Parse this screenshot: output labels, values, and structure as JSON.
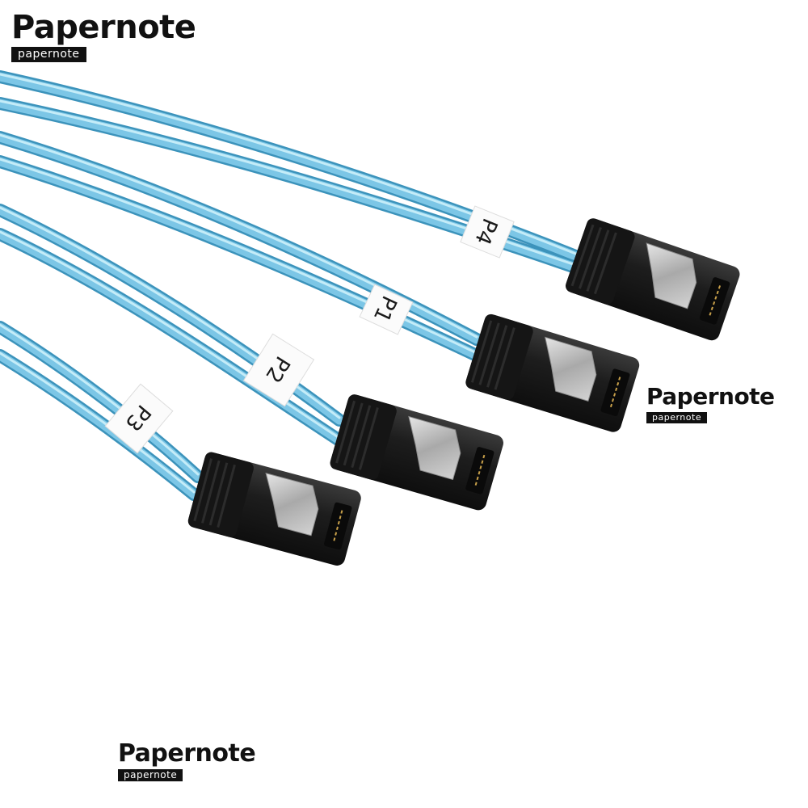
{
  "watermarks": [
    {
      "brand": "Papernote",
      "sub": "papernote"
    },
    {
      "brand": "Papernote",
      "sub": "papernote"
    },
    {
      "brand": "Papernote",
      "sub": "papernote"
    }
  ],
  "cable_labels": [
    "P4",
    "P1",
    "P2",
    "P3"
  ],
  "colors": {
    "cable": "#7cc6e6",
    "cable_highlight": "#c4ecf8",
    "cable_shadow": "#3c93bb",
    "connector": "#1c1c1c",
    "latch": "#b4b4b4",
    "background": "#ffffff"
  }
}
